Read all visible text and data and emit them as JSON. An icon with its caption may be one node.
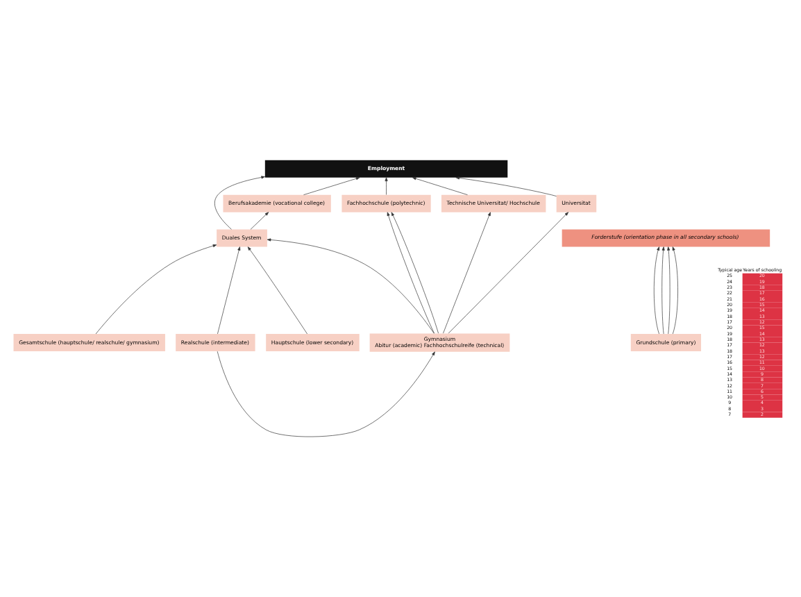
{
  "diagram": {
    "nodes": [
      {
        "text": [
          "Employment"
        ]
      },
      {
        "text": [
          "Universitat"
        ]
      },
      {
        "text": [
          "Fachhochschule (polytechnic)"
        ]
      },
      {
        "text": [
          "Technische Universitat/ Hochschule"
        ]
      },
      {
        "text": [
          "Berufsakademie (vocational college)"
        ]
      },
      {
        "text": [
          "Duales System"
        ]
      },
      {
        "text": [
          "Gymnasium",
          "Abitur (academic) Fachhochschulreife (technical)"
        ]
      },
      {
        "text": [
          "Gesamtschule (hauptschule/ realschule/ gymnasium)"
        ]
      },
      {
        "text": [
          "Realschule (intermediate)"
        ]
      },
      {
        "text": [
          "Hauptschule (lower secondary)"
        ]
      },
      {
        "text": [
          "Forderstufe (orientation phase in all secondary schools)"
        ]
      },
      {
        "text": [
          "Grundschule (primary)"
        ]
      }
    ],
    "edges": [
      {
        "from": 1,
        "to": 0,
        "arrow": "to"
      },
      {
        "from": 2,
        "to": 0,
        "arrow": "to"
      },
      {
        "from": 3,
        "to": 0,
        "arrow": "to"
      },
      {
        "from": 4,
        "to": 0,
        "arrow": "to"
      },
      {
        "from": 5,
        "to": 0,
        "arrow": "to"
      },
      {
        "from": 6,
        "to": 1,
        "arrow": "to"
      },
      {
        "from": 6,
        "to": 2,
        "arrow": "to"
      },
      {
        "from": 6,
        "to": 2,
        "arrow": "to"
      },
      {
        "from": 6,
        "to": 3,
        "arrow": "to"
      },
      {
        "from": 6,
        "to": 5,
        "arrow": "to"
      },
      {
        "from": 5,
        "to": 4,
        "arrow": "to"
      },
      {
        "from": 7,
        "to": 5,
        "arrow": "to"
      },
      {
        "from": 8,
        "to": 5,
        "arrow": "to"
      },
      {
        "from": 9,
        "to": 5,
        "arrow": "to"
      },
      {
        "from": 8,
        "to": 6,
        "arrow": "to"
      },
      {
        "from": 11,
        "to": 10,
        "arrow": "to"
      },
      {
        "from": 11,
        "to": 10,
        "arrow": "to"
      },
      {
        "from": 11,
        "to": 10,
        "arrow": "to"
      },
      {
        "from": 11,
        "to": 10,
        "arrow": "to"
      }
    ],
    "labels": [
      "Typical age",
      "Years of schooling",
      "25",
      "20",
      "24",
      "19",
      "23",
      "18",
      "22",
      "17",
      "21",
      "16",
      "20",
      "15",
      "19",
      "14",
      "18",
      "13",
      "17",
      "12",
      "20",
      "15",
      "19",
      "14",
      "18",
      "13",
      "17",
      "12",
      "18",
      "13",
      "17",
      "12",
      "16",
      "11",
      "15",
      "10",
      "14",
      "9",
      "13",
      "8",
      "12",
      "7",
      "11",
      "6",
      "10",
      "5",
      "9",
      "4",
      "8",
      "3",
      "7",
      "2"
    ]
  }
}
